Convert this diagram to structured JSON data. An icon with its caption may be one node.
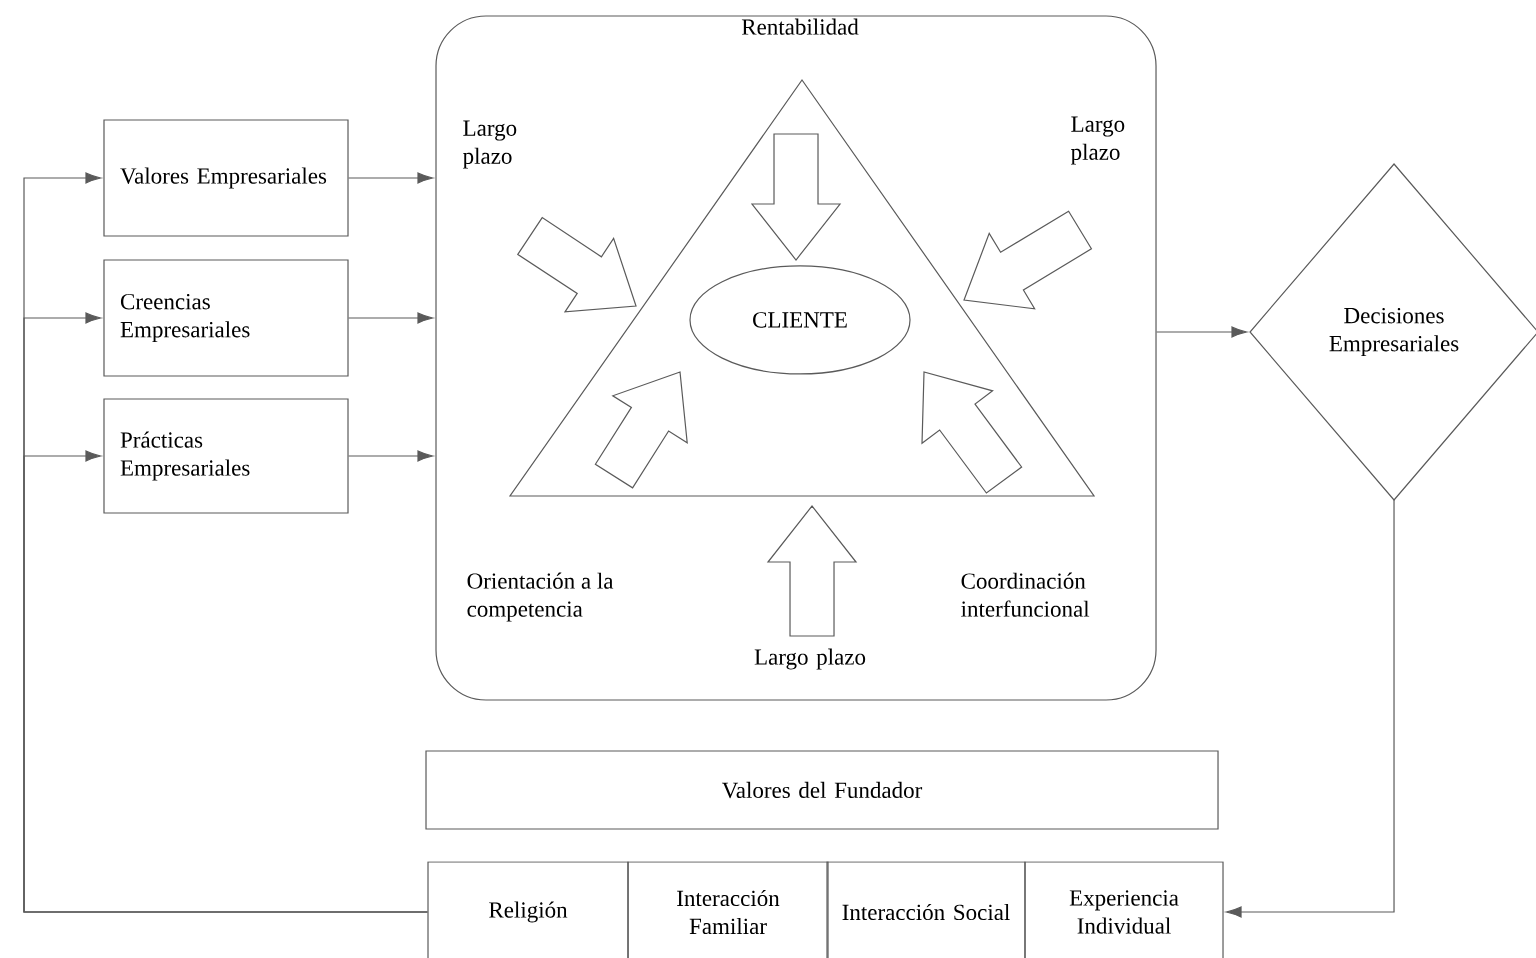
{
  "diagram": {
    "nodes": [
      {
        "text": [
          "Valores Empresariales"
        ]
      },
      {
        "text": [
          "Creencias Empresariales"
        ]
      },
      {
        "text": [
          "Prácticas Empresariales"
        ]
      },
      {
        "text": [
          "Rentabilidad",
          "Largo plazo",
          "Largo plazo",
          "Orientación a la competencia",
          "Largo plazo",
          "Coordinación interfuncional"
        ]
      },
      {
        "text": [],
        "shape": "triangle",
        "in": 3
      },
      {
        "text": [
          "CLIENTE"
        ],
        "in": 4
      },
      {
        "text": [
          "Decisiones Empresariales"
        ]
      },
      {
        "text": [
          "Valores del Fundador"
        ]
      },
      {
        "text": [
          "Religión"
        ]
      },
      {
        "text": [
          "Interacción Familiar"
        ]
      },
      {
        "text": [
          "Interacción Social"
        ]
      },
      {
        "text": [
          "Experiencia Individual"
        ]
      }
    ],
    "edges": [
      {
        "from": 0,
        "to": 3,
        "arrow": "to"
      },
      {
        "from": 1,
        "to": 3,
        "arrow": "to"
      },
      {
        "from": 2,
        "to": 3,
        "arrow": "to"
      },
      {
        "from": 3,
        "to": 6,
        "arrow": "to"
      },
      {
        "from": 6,
        "to": 11,
        "arrow": "to"
      },
      {
        "from": 8,
        "to": 0,
        "arrow": "to"
      },
      {
        "from": 8,
        "to": 1,
        "arrow": "to"
      },
      {
        "from": 8,
        "to": 2,
        "arrow": "to"
      }
    ]
  }
}
